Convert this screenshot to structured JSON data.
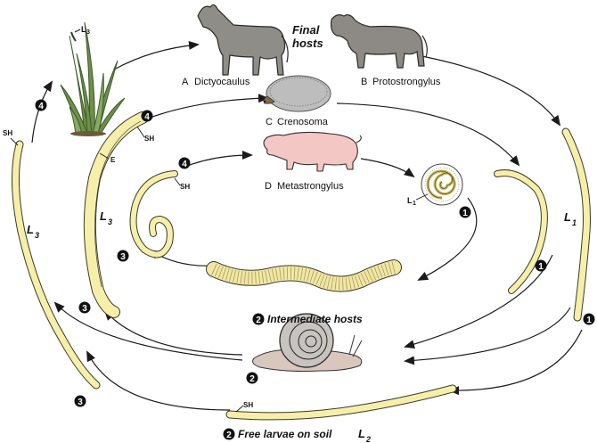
{
  "final_hosts": {
    "line1": "Final",
    "line2": "hosts"
  },
  "hosts": [
    {
      "letter": "A",
      "name": "Dictyocaulus"
    },
    {
      "letter": "B",
      "name": "Protostrongylus"
    },
    {
      "letter": "C",
      "name": "Crenosoma"
    },
    {
      "letter": "D",
      "name": "Metastrongylus"
    }
  ],
  "stage_labels": {
    "l1_main": "L",
    "l1_sub": "1",
    "l3_main": "L",
    "l3_sub": "3",
    "l2_main": "L",
    "l2_sub": "2",
    "sh": "SH",
    "e": "E"
  },
  "step_numbers": {
    "one": "1",
    "two": "2",
    "three": "3",
    "four": "4"
  },
  "captions": {
    "intermediate": "Intermediate hosts",
    "free_larvae": "Free larvae on soil"
  },
  "colors": {
    "larva_fill": "#f6efaa",
    "larva_stroke": "#3b3a2a",
    "arrow": "#1a1a1a",
    "horse": "#8f8d88",
    "cow": "#8d8a85",
    "pig": "#f3c7c4",
    "hedgehog": "#bdbdbd",
    "snail": "#c7c4c0",
    "grass": "#6d8f48"
  }
}
